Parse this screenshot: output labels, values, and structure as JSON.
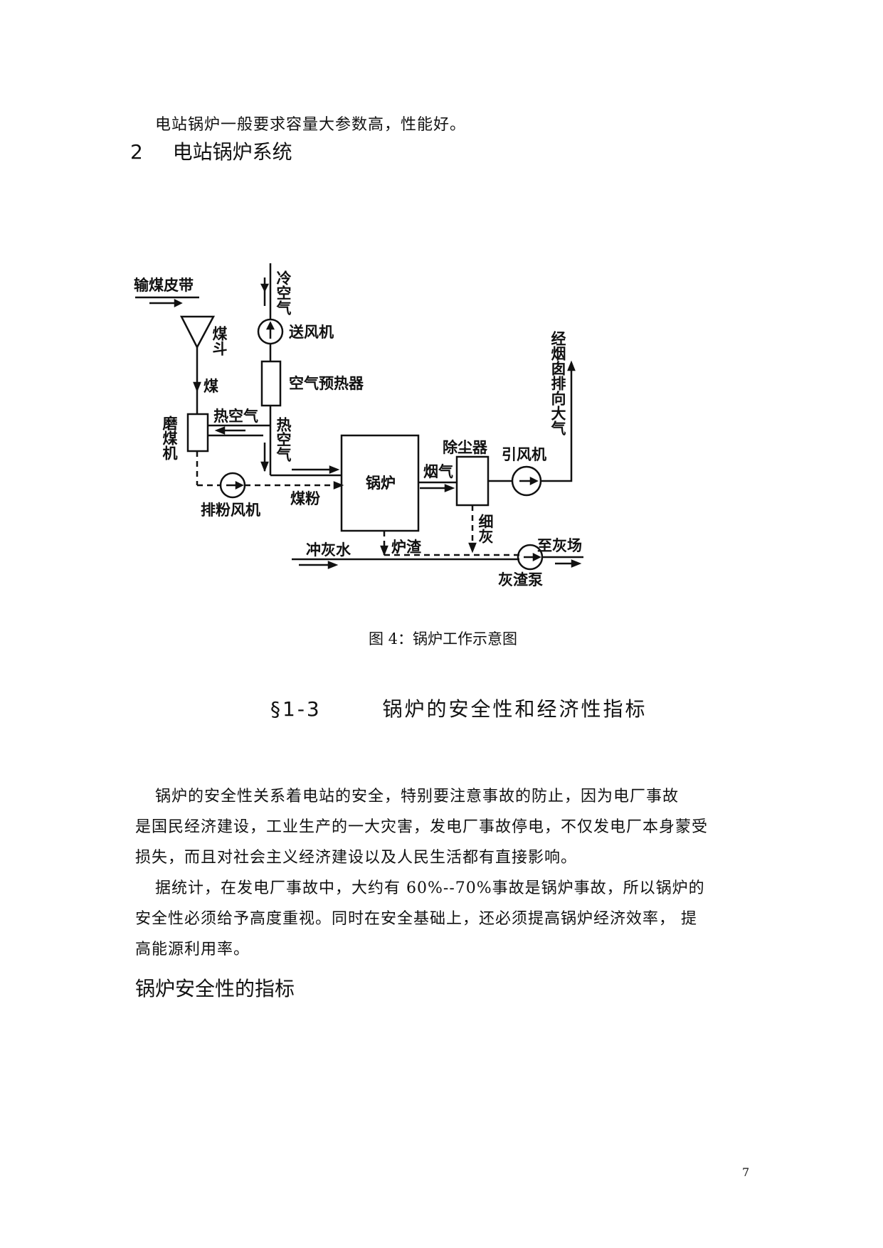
{
  "intro_line": "电站锅炉一般要求容量大参数高，性能好。",
  "section2": {
    "number": "2",
    "title": "电站锅炉系统"
  },
  "figure": {
    "caption": "图 4：锅炉工作示意图",
    "labels": {
      "coal_belt": "输煤皮带",
      "coal_hopper": "煤斗",
      "coal": "煤",
      "mill": "磨煤机",
      "hot_air_h": "热空气",
      "hot_air_v": "热空气",
      "cold_air": "冷空气",
      "fd_fan": "送风机",
      "air_preheater": "空气预热器",
      "boiler": "锅炉",
      "flue_gas": "烟气",
      "dust_collector": "除尘器",
      "id_fan": "引风机",
      "chimney": "经烟囱排向大气",
      "pulverized_coal": "煤粉",
      "exhaust_fan": "排粉风机",
      "fine_ash": "细灰",
      "furnace_slag": "炉渣",
      "flush_water": "冲灰水",
      "to_ash_yard": "至灰场",
      "ash_pump": "灰渣泵"
    }
  },
  "section13": {
    "number": "§1-3",
    "title": "锅炉的安全性和经济性指标"
  },
  "para1": {
    "line1": "锅炉的安全性关系着电站的安全，特别要注意事故的防止，因为电厂事故",
    "line2": "是国民经济建设，工业生产的一大灾害，发电厂事故停电，不仅发电厂本身蒙受",
    "line3": "损失，而且对社会主义经济建设以及人民生活都有直接影响。"
  },
  "para2": {
    "line1": "据统计，在发电厂事故中，大约有 60%--70%事故是锅炉事故，所以锅炉的",
    "line2": "安全性必须给予高度重视。同时在安全基础上，还必须提高锅炉经济效率，  提",
    "line3": "高能源利用率。"
  },
  "subheading": "锅炉安全性的指标",
  "page_number": "7"
}
